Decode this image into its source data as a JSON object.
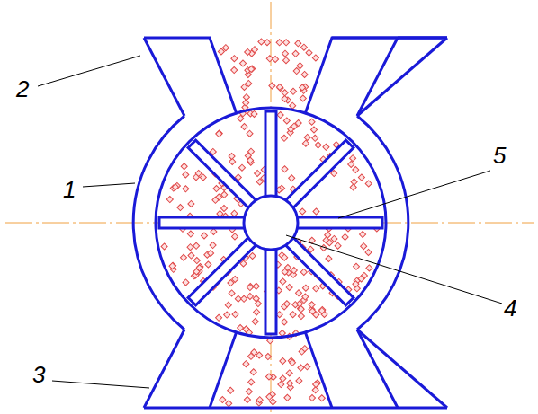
{
  "diagram": {
    "labels": [
      "2",
      "5",
      "1",
      "4",
      "3"
    ]
  }
}
